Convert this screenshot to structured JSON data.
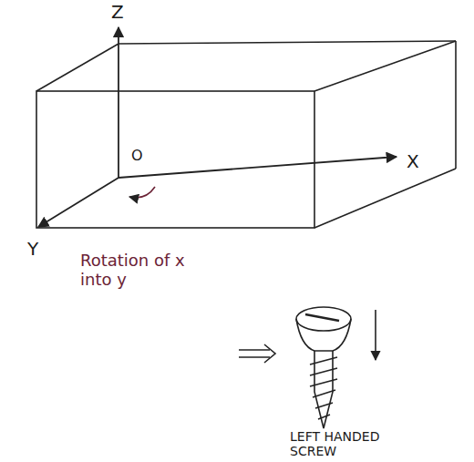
{
  "diagram": {
    "labels": [
      "Z",
      "O",
      "X",
      "Y",
      "Rotation of x into y",
      "LEFT HANDED SCREW"
    ]
  }
}
